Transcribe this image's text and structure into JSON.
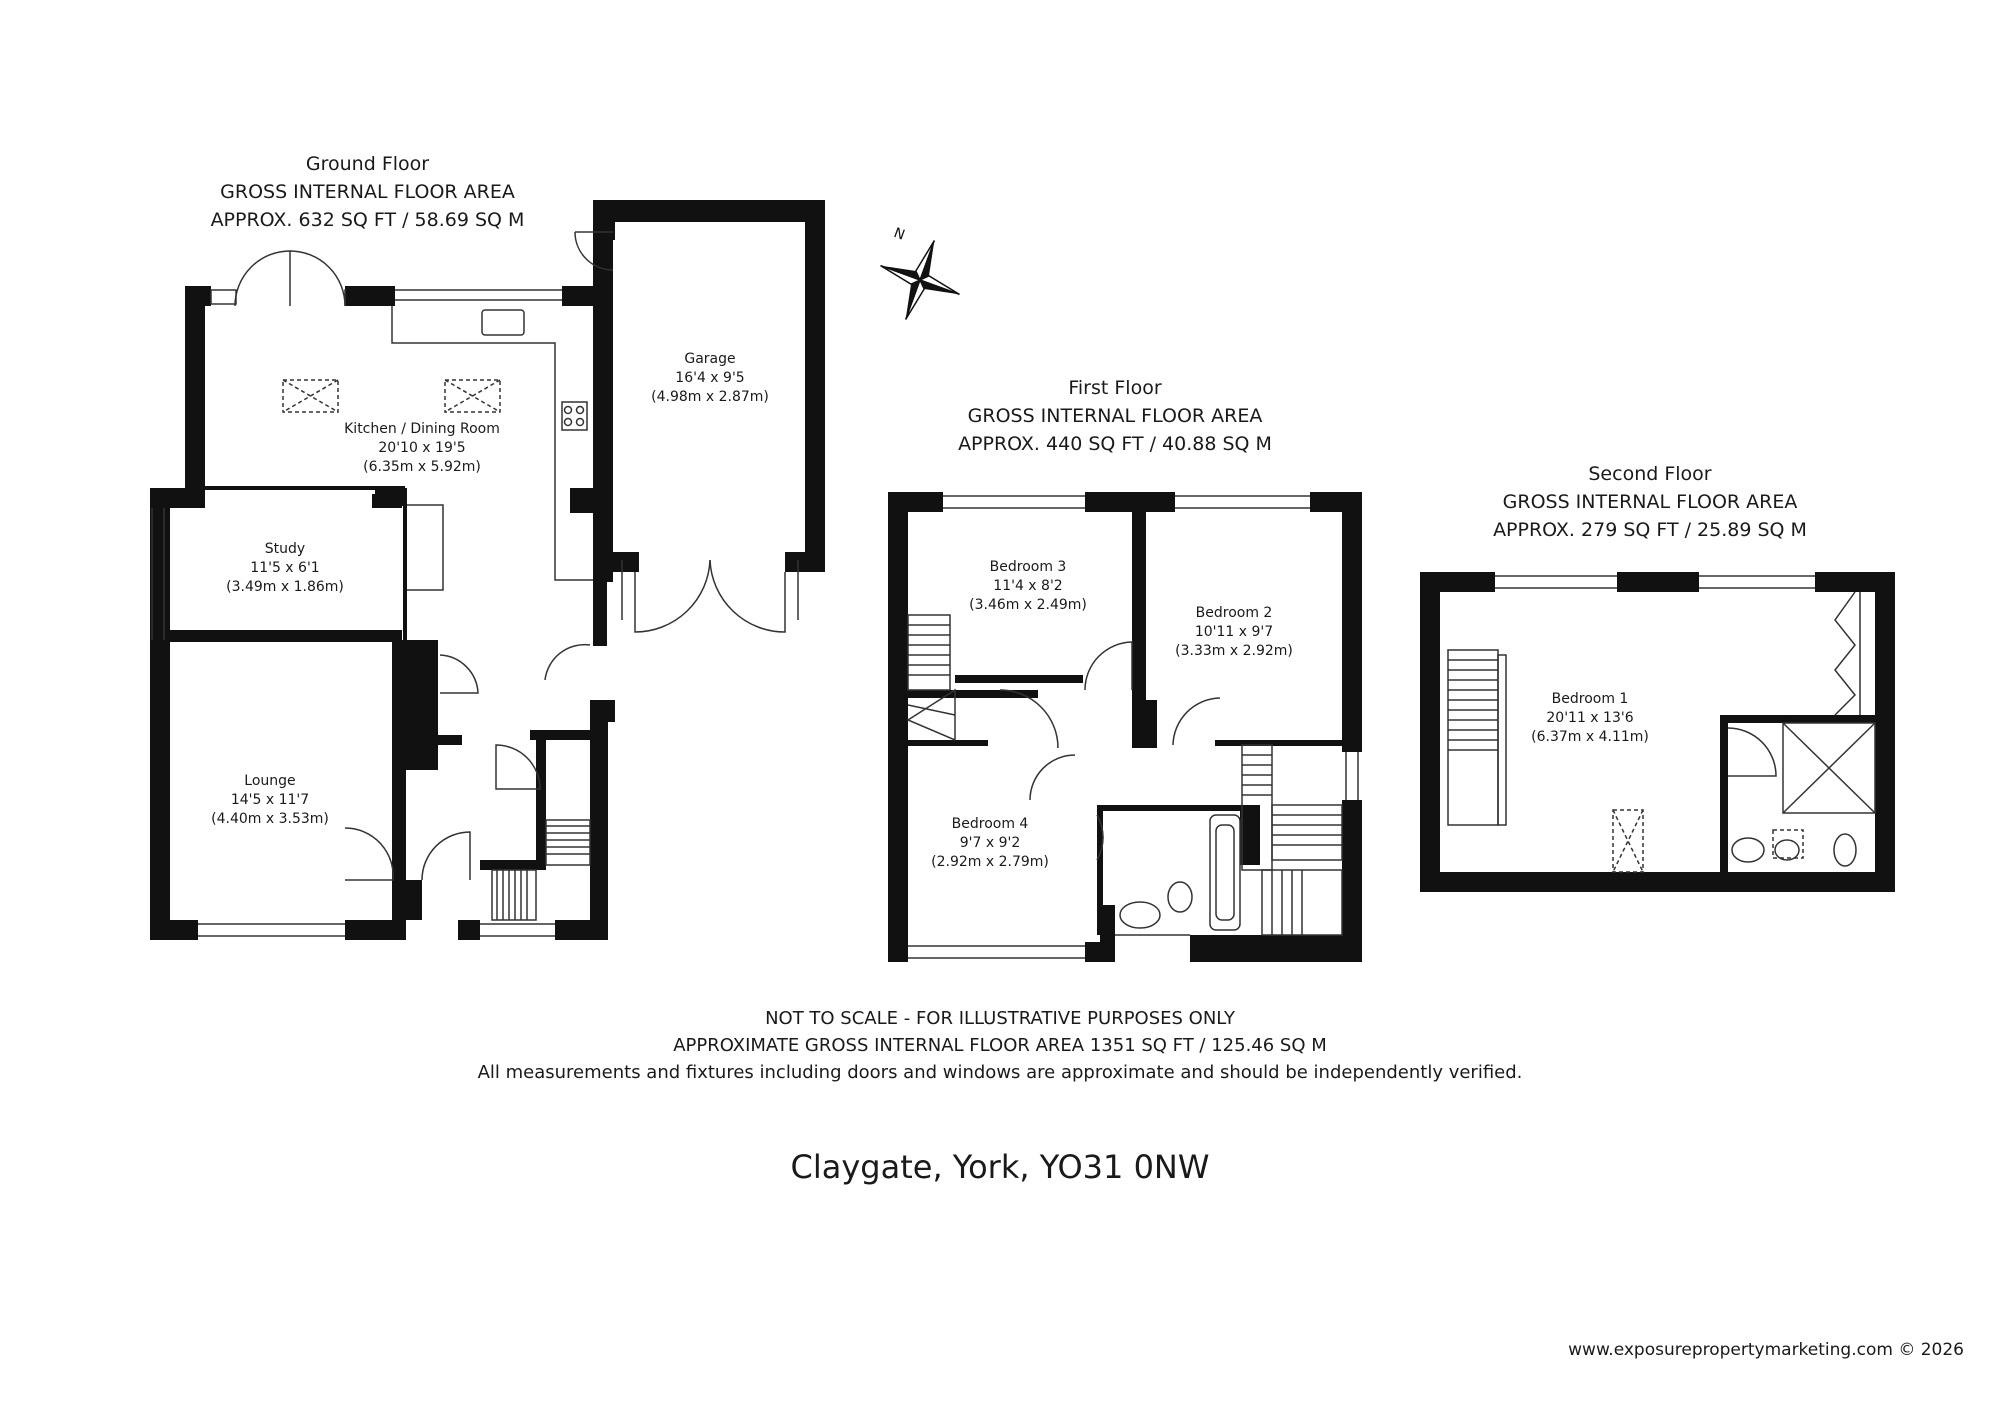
{
  "floors": {
    "ground": {
      "name": "Ground Floor",
      "area_heading": "GROSS INTERNAL FLOOR AREA",
      "area": "APPROX. 632 SQ FT / 58.69 SQ M"
    },
    "first": {
      "name": "First Floor",
      "area_heading": "GROSS INTERNAL FLOOR AREA",
      "area": "APPROX. 440 SQ FT / 40.88 SQ M"
    },
    "second": {
      "name": "Second Floor",
      "area_heading": "GROSS INTERNAL FLOOR AREA",
      "area": "APPROX. 279 SQ FT / 25.89 SQ M"
    }
  },
  "rooms": {
    "kitchen": {
      "name": "Kitchen / Dining Room",
      "imperial": "20'10 x 19'5",
      "metric": "(6.35m x 5.92m)"
    },
    "study": {
      "name": "Study",
      "imperial": "11'5 x 6'1",
      "metric": "(3.49m x 1.86m)"
    },
    "lounge": {
      "name": "Lounge",
      "imperial": "14'5 x 11'7",
      "metric": "(4.40m x 3.53m)"
    },
    "garage": {
      "name": "Garage",
      "imperial": "16'4 x 9'5",
      "metric": "(4.98m x 2.87m)"
    },
    "bedroom3": {
      "name": "Bedroom 3",
      "imperial": "11'4 x 8'2",
      "metric": "(3.46m x 2.49m)"
    },
    "bedroom2": {
      "name": "Bedroom 2",
      "imperial": "10'11 x 9'7",
      "metric": "(3.33m x 2.92m)"
    },
    "bedroom4": {
      "name": "Bedroom 4",
      "imperial": "9'7 x 9'2",
      "metric": "(2.92m x 2.79m)"
    },
    "bedroom1": {
      "name": "Bedroom 1",
      "imperial": "20'11 x 13'6",
      "metric": "(6.37m x 4.11m)"
    }
  },
  "compass": {
    "north_label": "N"
  },
  "notes": {
    "line1": "NOT TO SCALE - FOR ILLUSTRATIVE PURPOSES ONLY",
    "line2": "APPROXIMATE GROSS INTERNAL FLOOR AREA 1351 SQ FT / 125.46 SQ M",
    "line3": "All measurements and fixtures including doors and windows are approximate and should be independently verified."
  },
  "address": "Claygate, York, YO31 0NW",
  "website": "www.exposurepropertymarketing.com © 2026",
  "colors": {
    "wall": "#111111",
    "line": "#333333",
    "dashed": "#555555"
  }
}
